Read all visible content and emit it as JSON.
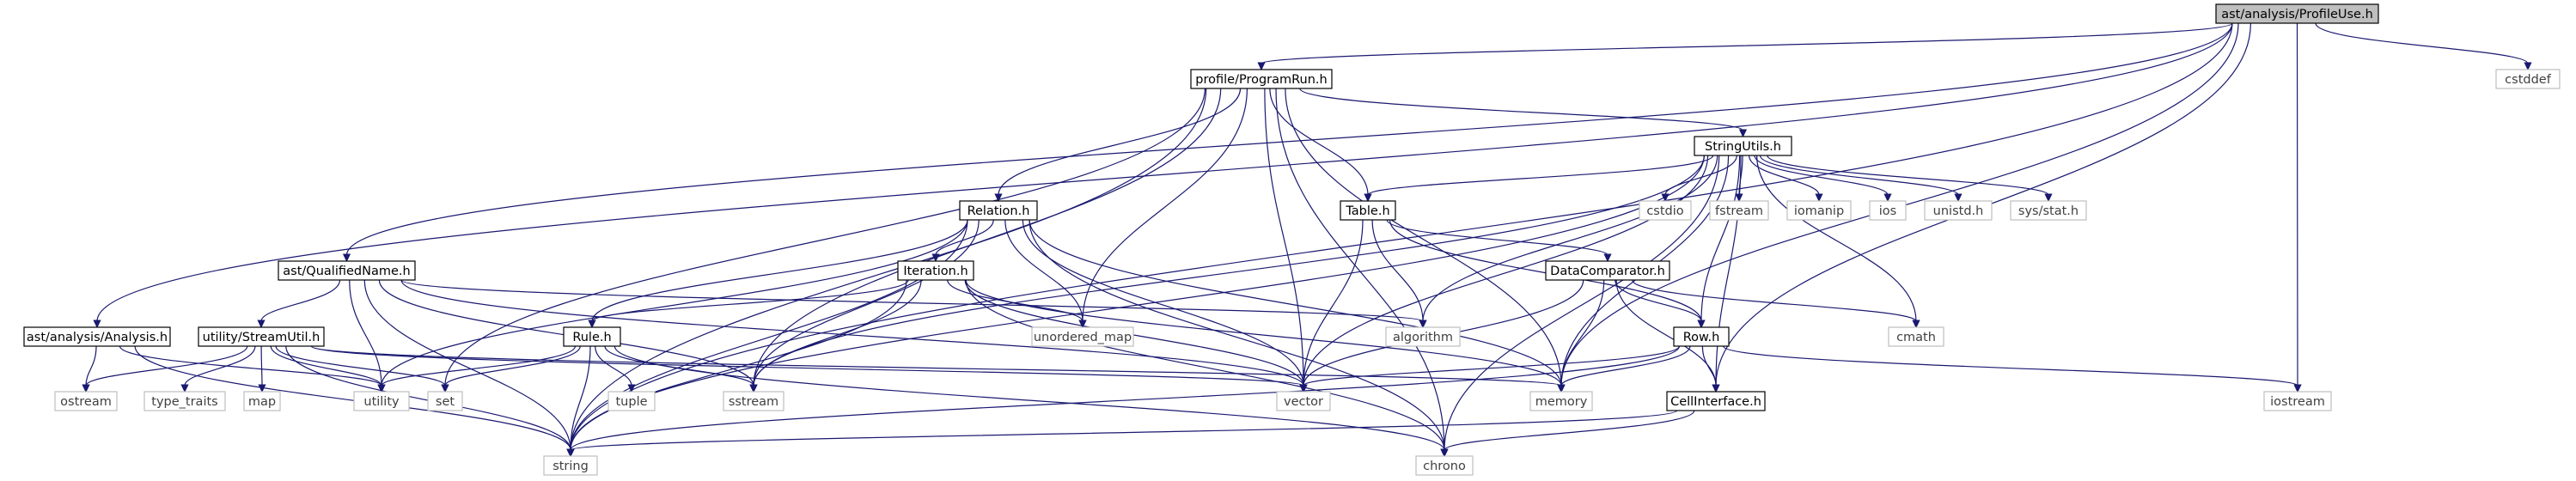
{
  "graph": {
    "colors": {
      "edge": "#191970",
      "node_border": "#000000",
      "node_fill": "#ffffff",
      "external_border": "#bfbfbf",
      "external_text": "#404040",
      "root_fill": "#bfbfbf"
    },
    "nodes": [
      {
        "id": "root",
        "label": "ast/analysis/ProfileUse.h",
        "kind": "root"
      },
      {
        "id": "programrun",
        "label": "profile/ProgramRun.h",
        "kind": "file"
      },
      {
        "id": "cstddef",
        "label": "cstddef",
        "kind": "external"
      },
      {
        "id": "stringutils",
        "label": "StringUtils.h",
        "kind": "file"
      },
      {
        "id": "relation",
        "label": "Relation.h",
        "kind": "file"
      },
      {
        "id": "table",
        "label": "Table.h",
        "kind": "file"
      },
      {
        "id": "qualifiedname",
        "label": "ast/QualifiedName.h",
        "kind": "file"
      },
      {
        "id": "iteration",
        "label": "Iteration.h",
        "kind": "file"
      },
      {
        "id": "datacomparator",
        "label": "DataComparator.h",
        "kind": "file"
      },
      {
        "id": "cstdio",
        "label": "cstdio",
        "kind": "external"
      },
      {
        "id": "fstream",
        "label": "fstream",
        "kind": "external"
      },
      {
        "id": "iomanip",
        "label": "iomanip",
        "kind": "external"
      },
      {
        "id": "ios",
        "label": "ios",
        "kind": "external"
      },
      {
        "id": "unistd",
        "label": "unistd.h",
        "kind": "external"
      },
      {
        "id": "sysstat",
        "label": "sys/stat.h",
        "kind": "external"
      },
      {
        "id": "analysis",
        "label": "ast/analysis/Analysis.h",
        "kind": "file"
      },
      {
        "id": "streamutil",
        "label": "utility/StreamUtil.h",
        "kind": "file"
      },
      {
        "id": "rule",
        "label": "Rule.h",
        "kind": "file"
      },
      {
        "id": "unordered_map",
        "label": "unordered_map",
        "kind": "external"
      },
      {
        "id": "algorithm",
        "label": "algorithm",
        "kind": "external"
      },
      {
        "id": "cmath",
        "label": "cmath",
        "kind": "external"
      },
      {
        "id": "row",
        "label": "Row.h",
        "kind": "file"
      },
      {
        "id": "ostream",
        "label": "ostream",
        "kind": "external"
      },
      {
        "id": "type_traits",
        "label": "type_traits",
        "kind": "external"
      },
      {
        "id": "map",
        "label": "map",
        "kind": "external"
      },
      {
        "id": "utility",
        "label": "utility",
        "kind": "external"
      },
      {
        "id": "set",
        "label": "set",
        "kind": "external"
      },
      {
        "id": "tuple",
        "label": "tuple",
        "kind": "external"
      },
      {
        "id": "sstream",
        "label": "sstream",
        "kind": "external"
      },
      {
        "id": "vector",
        "label": "vector",
        "kind": "external"
      },
      {
        "id": "memory",
        "label": "memory",
        "kind": "external"
      },
      {
        "id": "cellinterface",
        "label": "CellInterface.h",
        "kind": "file"
      },
      {
        "id": "iostream",
        "label": "iostream",
        "kind": "external"
      },
      {
        "id": "string",
        "label": "string",
        "kind": "external"
      },
      {
        "id": "chrono",
        "label": "chrono",
        "kind": "external"
      }
    ],
    "edges": [
      [
        "root",
        "programrun"
      ],
      [
        "root",
        "cstddef"
      ],
      [
        "root",
        "qualifiedname"
      ],
      [
        "root",
        "analysis"
      ],
      [
        "root",
        "memory"
      ],
      [
        "root",
        "iostream"
      ],
      [
        "root",
        "cellinterface"
      ],
      [
        "root",
        "string"
      ],
      [
        "programrun",
        "stringutils"
      ],
      [
        "programrun",
        "relation"
      ],
      [
        "programrun",
        "table"
      ],
      [
        "programrun",
        "unordered_map"
      ],
      [
        "programrun",
        "vector"
      ],
      [
        "programrun",
        "sstream"
      ],
      [
        "programrun",
        "set"
      ],
      [
        "programrun",
        "string"
      ],
      [
        "programrun",
        "memory"
      ],
      [
        "programrun",
        "chrono"
      ],
      [
        "stringutils",
        "cstdio"
      ],
      [
        "stringutils",
        "fstream"
      ],
      [
        "stringutils",
        "iomanip"
      ],
      [
        "stringutils",
        "ios"
      ],
      [
        "stringutils",
        "unistd"
      ],
      [
        "stringutils",
        "sysstat"
      ],
      [
        "stringutils",
        "table"
      ],
      [
        "stringutils",
        "row"
      ],
      [
        "stringutils",
        "algorithm"
      ],
      [
        "stringutils",
        "cmath"
      ],
      [
        "stringutils",
        "memory"
      ],
      [
        "stringutils",
        "sstream"
      ],
      [
        "stringutils",
        "vector"
      ],
      [
        "stringutils",
        "string"
      ],
      [
        "stringutils",
        "chrono"
      ],
      [
        "stringutils",
        "cellinterface"
      ],
      [
        "relation",
        "iteration"
      ],
      [
        "relation",
        "rule"
      ],
      [
        "relation",
        "unordered_map"
      ],
      [
        "relation",
        "sstream"
      ],
      [
        "relation",
        "vector"
      ],
      [
        "relation",
        "memory"
      ],
      [
        "relation",
        "string"
      ],
      [
        "relation",
        "chrono"
      ],
      [
        "relation",
        "utility"
      ],
      [
        "table",
        "datacomparator"
      ],
      [
        "table",
        "row"
      ],
      [
        "table",
        "algorithm"
      ],
      [
        "table",
        "vector"
      ],
      [
        "datacomparator",
        "cmath"
      ],
      [
        "datacomparator",
        "row"
      ],
      [
        "datacomparator",
        "cellinterface"
      ],
      [
        "datacomparator",
        "memory"
      ],
      [
        "datacomparator",
        "vector"
      ],
      [
        "qualifiedname",
        "streamutil"
      ],
      [
        "qualifiedname",
        "algorithm"
      ],
      [
        "qualifiedname",
        "utility"
      ],
      [
        "qualifiedname",
        "sstream"
      ],
      [
        "qualifiedname",
        "vector"
      ],
      [
        "qualifiedname",
        "string"
      ],
      [
        "iteration",
        "rule"
      ],
      [
        "iteration",
        "unordered_map"
      ],
      [
        "iteration",
        "sstream"
      ],
      [
        "iteration",
        "vector"
      ],
      [
        "iteration",
        "memory"
      ],
      [
        "iteration",
        "string"
      ],
      [
        "iteration",
        "chrono"
      ],
      [
        "analysis",
        "ostream"
      ],
      [
        "analysis",
        "utility"
      ],
      [
        "analysis",
        "string"
      ],
      [
        "streamutil",
        "ostream"
      ],
      [
        "streamutil",
        "type_traits"
      ],
      [
        "streamutil",
        "map"
      ],
      [
        "streamutil",
        "utility"
      ],
      [
        "streamutil",
        "set"
      ],
      [
        "streamutil",
        "vector"
      ],
      [
        "streamutil",
        "memory"
      ],
      [
        "streamutil",
        "string"
      ],
      [
        "rule",
        "utility"
      ],
      [
        "rule",
        "set"
      ],
      [
        "rule",
        "tuple"
      ],
      [
        "rule",
        "sstream"
      ],
      [
        "rule",
        "string"
      ],
      [
        "rule",
        "chrono"
      ],
      [
        "row",
        "cellinterface"
      ],
      [
        "row",
        "memory"
      ],
      [
        "row",
        "vector"
      ],
      [
        "row",
        "iostream"
      ],
      [
        "row",
        "string"
      ],
      [
        "cellinterface",
        "string"
      ],
      [
        "cellinterface",
        "chrono"
      ]
    ]
  }
}
